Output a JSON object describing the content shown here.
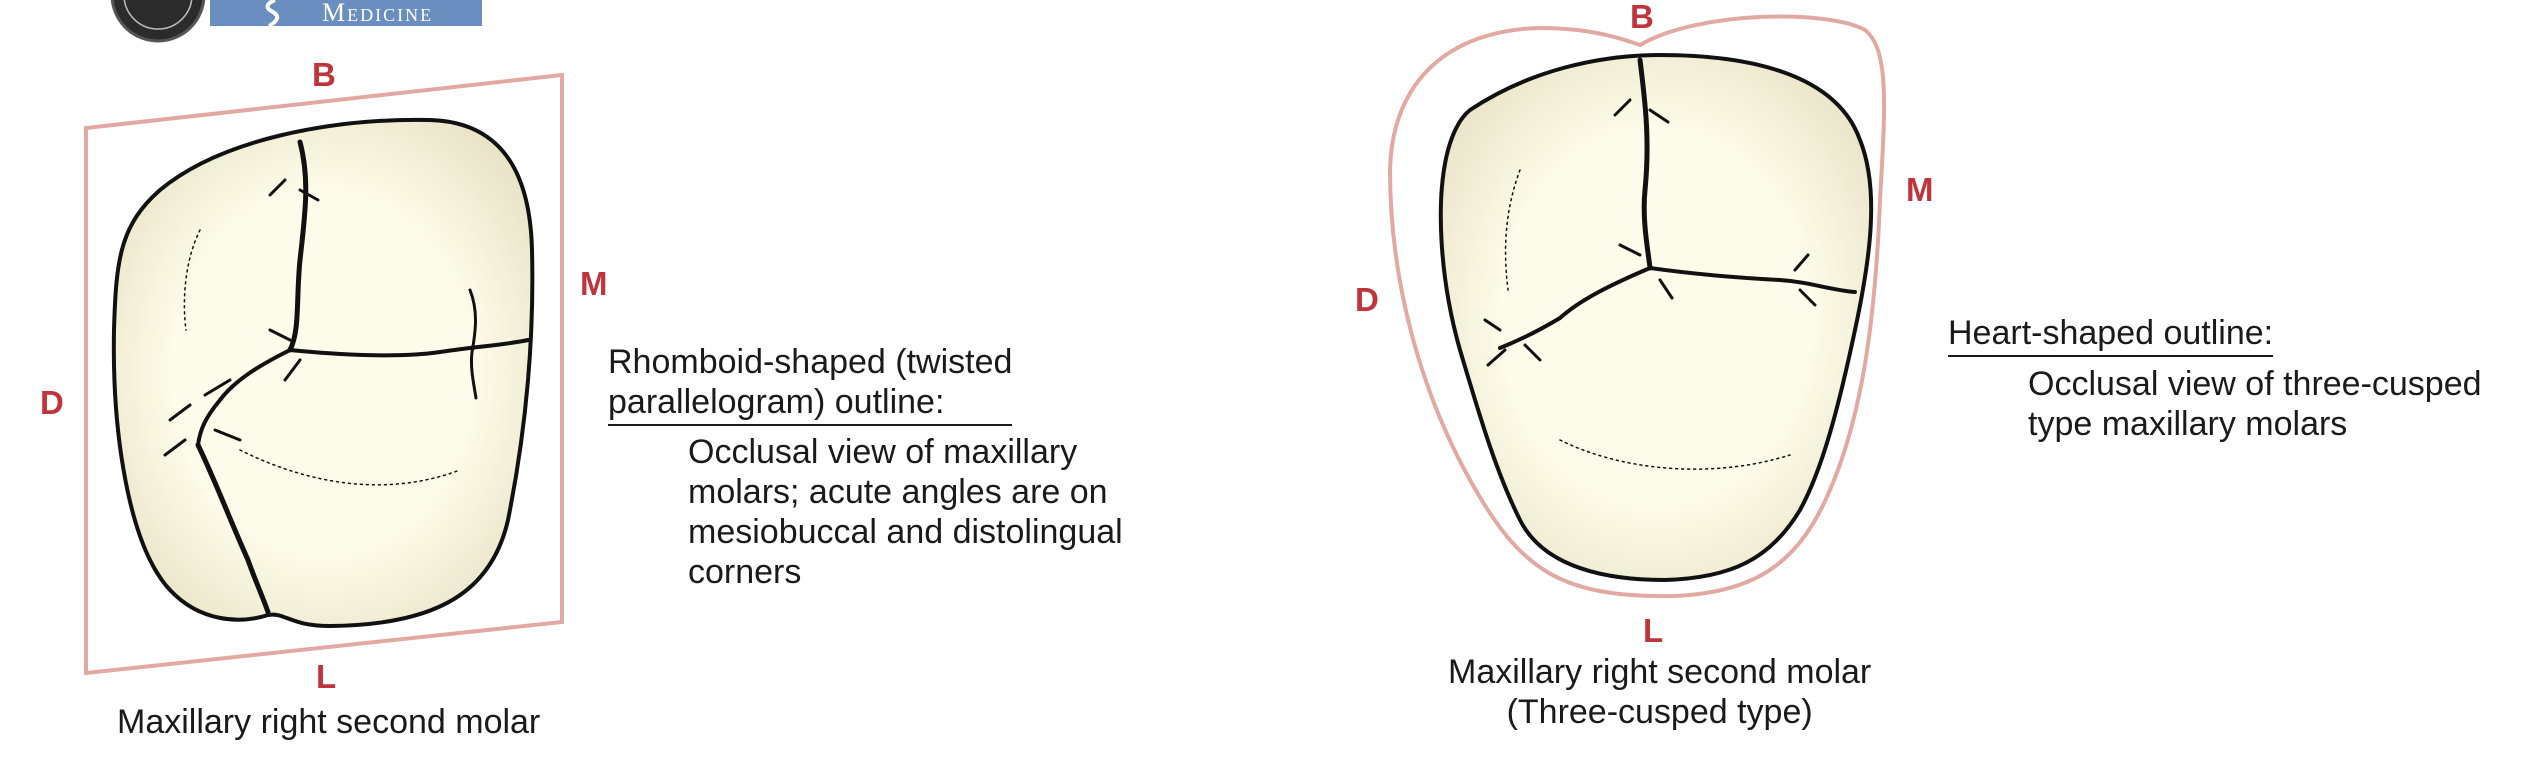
{
  "logo": {
    "text": "Medicine",
    "colors": {
      "badge": "#2b2b2b",
      "banner": "#6b8ec0"
    }
  },
  "colors": {
    "label": "#c0343c",
    "outline": "#e2a9a2",
    "tooth_fill": "#fdfbe9",
    "ink": "#1a1a1a"
  },
  "left_figure": {
    "labels": {
      "top": "B",
      "left": "D",
      "right": "M",
      "bottom": "L"
    },
    "caption": "Maxillary right second molar",
    "heading": "Rhomboid-shaped (twisted\nparallelogram) outline:",
    "description": "Occlusal view of maxillary\nmolars; acute angles are on\nmesiobuccal and distolingual\ncorners"
  },
  "right_figure": {
    "labels": {
      "top": "B",
      "left": "D",
      "right": "M",
      "bottom": "L"
    },
    "caption": "Maxillary right second molar\n(Three-cusped type)",
    "heading": "Heart-shaped outline:",
    "description": "Occlusal view of three-cusped\ntype maxillary molars"
  }
}
